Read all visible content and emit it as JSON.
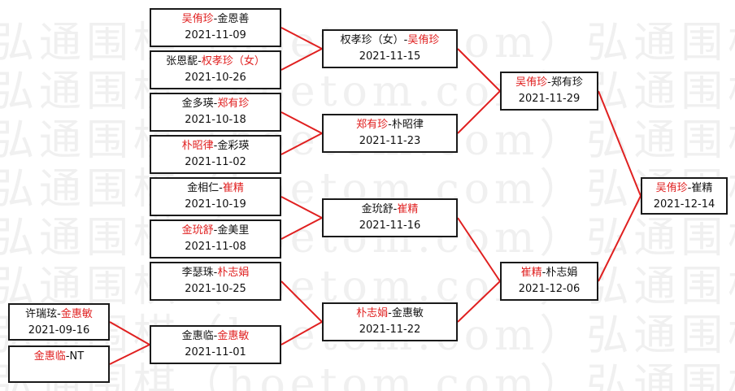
{
  "watermark": {
    "lines": [
      "弘通围棋（hoetom.com）弘通围棋",
      "弘通围棋（hoetom.com）弘通围棋",
      "弘通围棋（hoetom.com）弘通围棋",
      "弘通围棋（hoetom.com）弘通围棋",
      "弘通围棋（hoetom.com）弘通围棋",
      "弘通围棋（hoetom.com）弘通围棋",
      "弘通围棋（hoetom.com）弘通围棋",
      "弘通围棋（hoetom.com）弘通围棋"
    ]
  },
  "colors": {
    "winner": "#e02020",
    "line": "#e02020",
    "border": "#1a1a1a"
  },
  "matches": [
    {
      "id": "r0a",
      "p1": "许瑞玹",
      "p2": "金惠敏",
      "winner": 2,
      "date": "2021-09-16"
    },
    {
      "id": "r0b",
      "p1": "金惠临",
      "p2": "NT",
      "winner": 1,
      "date": ""
    },
    {
      "id": "r1a",
      "p1": "吴侑珍",
      "p2": "金恩善",
      "winner": 1,
      "date": "2021-11-09"
    },
    {
      "id": "r1b",
      "p1": "张恩馜",
      "p2": "权孝珍（女）",
      "winner": 2,
      "date": "2021-10-26"
    },
    {
      "id": "r1c",
      "p1": "金多瑛",
      "p2": "郑有珍",
      "winner": 2,
      "date": "2021-10-18"
    },
    {
      "id": "r1d",
      "p1": "朴昭律",
      "p2": "金彩瑛",
      "winner": 1,
      "date": "2021-11-02"
    },
    {
      "id": "r1e",
      "p1": "金相仁",
      "p2": "崔精",
      "winner": 2,
      "date": "2021-10-19"
    },
    {
      "id": "r1f",
      "p1": "金玧舒",
      "p2": "金美里",
      "winner": 1,
      "date": "2021-11-08"
    },
    {
      "id": "r1g",
      "p1": "李瑟珠",
      "p2": "朴志娟",
      "winner": 2,
      "date": "2021-10-25"
    },
    {
      "id": "r1h",
      "p1": "金惠临",
      "p2": "金惠敏",
      "winner": 2,
      "date": "2021-11-01"
    },
    {
      "id": "r2a",
      "p1": "权孝珍（女）",
      "p2": "吴侑珍",
      "winner": 2,
      "date": "2021-11-15"
    },
    {
      "id": "r2b",
      "p1": "郑有珍",
      "p2": "朴昭律",
      "winner": 1,
      "date": "2021-11-23"
    },
    {
      "id": "r2c",
      "p1": "金玧舒",
      "p2": "崔精",
      "winner": 2,
      "date": "2021-11-16"
    },
    {
      "id": "r2d",
      "p1": "朴志娟",
      "p2": "金惠敏",
      "winner": 1,
      "date": "2021-11-22"
    },
    {
      "id": "r3a",
      "p1": "吴侑珍",
      "p2": "郑有珍",
      "winner": 1,
      "date": "2021-11-29"
    },
    {
      "id": "r3b",
      "p1": "崔精",
      "p2": "朴志娟",
      "winner": 1,
      "date": "2021-12-06"
    },
    {
      "id": "r4a",
      "p1": "吴侑珍",
      "p2": "崔精",
      "winner": 1,
      "date": "2021-12-14"
    }
  ],
  "links": [
    [
      "r0a",
      "r1h"
    ],
    [
      "r0b",
      "r1h"
    ],
    [
      "r1a",
      "r2a"
    ],
    [
      "r1b",
      "r2a"
    ],
    [
      "r1c",
      "r2b"
    ],
    [
      "r1d",
      "r2b"
    ],
    [
      "r1e",
      "r2c"
    ],
    [
      "r1f",
      "r2c"
    ],
    [
      "r1g",
      "r2d"
    ],
    [
      "r1h",
      "r2d"
    ],
    [
      "r2a",
      "r3a"
    ],
    [
      "r2b",
      "r3a"
    ],
    [
      "r2c",
      "r3b"
    ],
    [
      "r2d",
      "r3b"
    ],
    [
      "r3a",
      "r4a"
    ],
    [
      "r3b",
      "r4a"
    ]
  ]
}
